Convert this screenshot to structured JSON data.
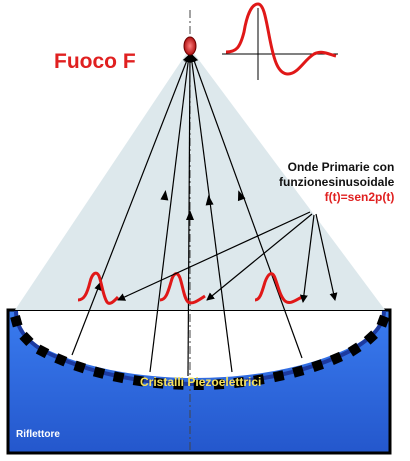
{
  "labels": {
    "focus": "Fuoco F",
    "waves_line1": "Onde Primarie con",
    "waves_line2": "funzionesinusoidale",
    "formula": "f(t)=sen2p(t)",
    "crystals": "Cristalli Piezoelettrici",
    "reflector": "Riflettore"
  },
  "colors": {
    "cone": "#dde8ec",
    "water": "#2f6fe0",
    "water_dark": "#1a4fb8",
    "wave": "#e01818",
    "crystal": "#000000",
    "crystals_text": "#f7e25a",
    "focus_text": "#e02020"
  }
}
